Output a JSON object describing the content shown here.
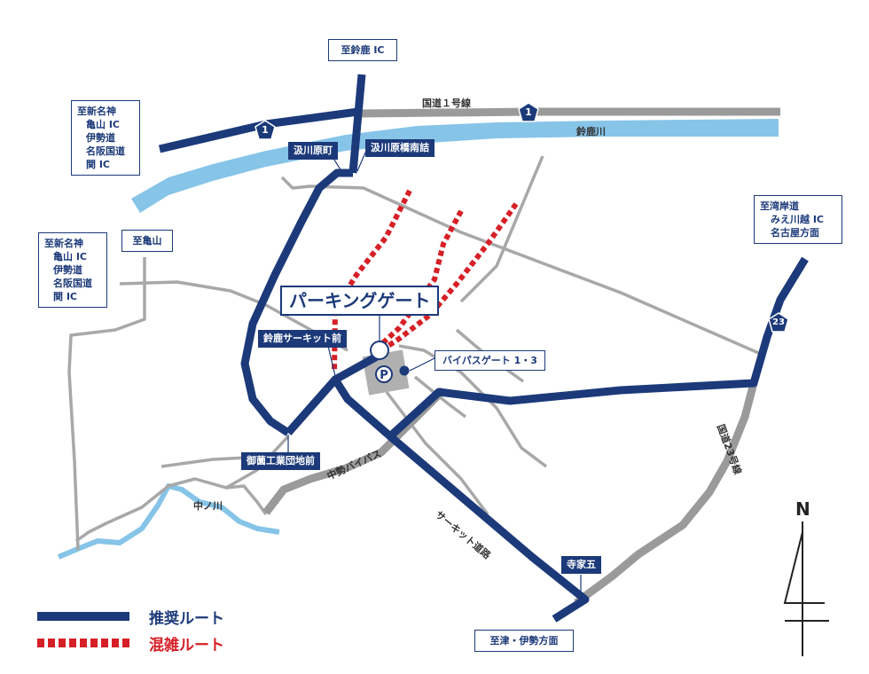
{
  "colors": {
    "recommended": "#1c3a7a",
    "congested": "#d61f26",
    "river": "#86c4e8",
    "road": "#a8a8a8",
    "national_route": "#9a9a9a"
  },
  "destinations": {
    "suzuka_ic": "至鈴鹿 IC",
    "shinmeishin_1": [
      "至新名神",
      "亀山 IC",
      "伊勢道",
      "名阪国道",
      "関 IC"
    ],
    "kameyama": "至亀山",
    "shinmeishin_2": [
      "至新名神",
      "亀山 IC",
      "伊勢道",
      "名阪国道",
      "関 IC"
    ],
    "wangan": [
      "至湾岸道",
      "みえ川越 IC",
      "名古屋方面"
    ],
    "tsu_ise": "至津・伊勢方面"
  },
  "intersections": {
    "hirokawaracho": "汲川原町",
    "hirokawara_kyonan": "汲川原橋南詰",
    "suzuka_circuit_mae": "鈴鹿サーキット前",
    "misono_kogyo": "御薗工業団地前",
    "terakego": "寺家五"
  },
  "labels": {
    "parking_gate": "パーキングゲート",
    "bypass_gate": "バイパスゲート 1・3",
    "route1": "国道１号線",
    "suzuka_river": "鈴鹿川",
    "nakanogawa": "中ノ川",
    "chusei_bypass": "中勢バイパス",
    "circuit_road": "サーキット道路",
    "route23": "国道23号線",
    "parking_symbol": "P"
  },
  "shields": {
    "route1": "1",
    "route23": "23"
  },
  "legend": {
    "recommended": "推奨ルート",
    "congested": "混雑ルート"
  },
  "compass": {
    "north": "N"
  }
}
